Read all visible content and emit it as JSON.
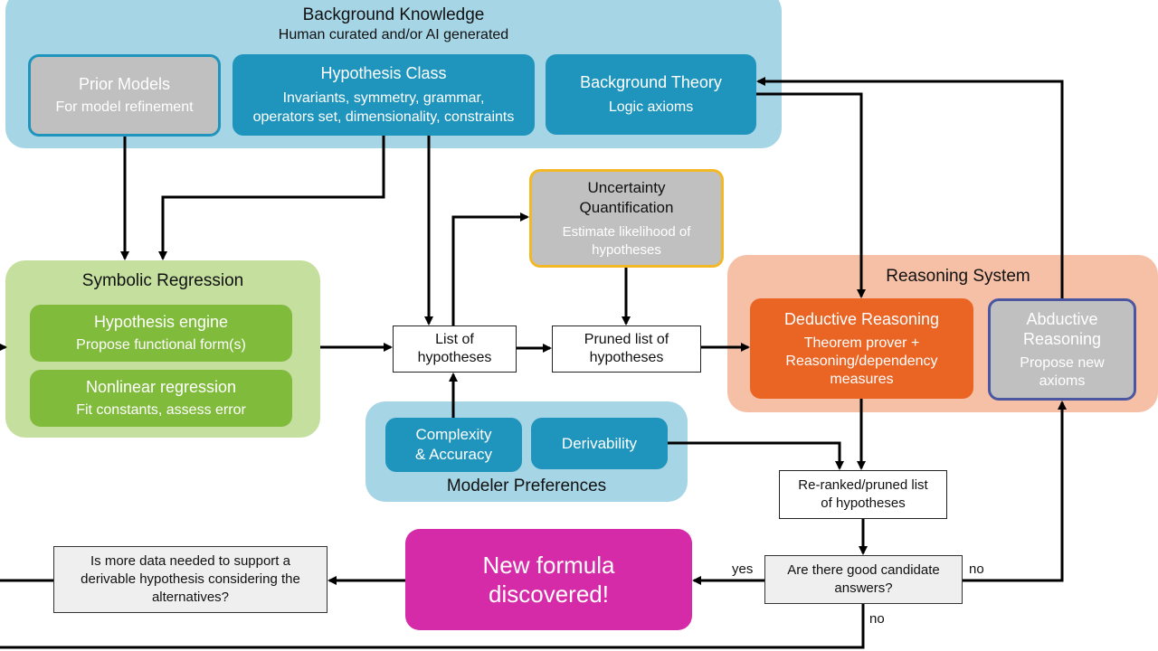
{
  "background_knowledge": {
    "title": "Background Knowledge",
    "subtitle": "Human curated and/or AI generated",
    "prior_models": {
      "title": "Prior Models",
      "subtitle": "For model refinement"
    },
    "hypothesis_class": {
      "title": "Hypothesis Class",
      "subtitle_line1": "Invariants, symmetry, grammar,",
      "subtitle_line2": "operators set, dimensionality, constraints"
    },
    "background_theory": {
      "title": "Background Theory",
      "subtitle": "Logic axioms"
    }
  },
  "symbolic_regression": {
    "title": "Symbolic Regression",
    "hypothesis_engine": {
      "title": "Hypothesis engine",
      "subtitle": "Propose functional form(s)"
    },
    "nonlinear_regression": {
      "title": "Nonlinear regression",
      "subtitle": "Fit constants, assess error"
    }
  },
  "uncertainty": {
    "title_line1": "Uncertainty",
    "title_line2": "Quantification",
    "subtitle_line1": "Estimate likelihood of",
    "subtitle_line2": "hypotheses"
  },
  "list_of_hypotheses": {
    "line1": "List of",
    "line2": "hypotheses"
  },
  "pruned_list": {
    "line1": "Pruned list of",
    "line2": "hypotheses"
  },
  "modeler_preferences": {
    "title": "Modeler Preferences",
    "complexity": {
      "line1": "Complexity",
      "line2": "& Accuracy"
    },
    "derivability": "Derivability"
  },
  "reasoning_system": {
    "title": "Reasoning System",
    "deductive": {
      "title": "Deductive Reasoning",
      "line1": "Theorem prover +",
      "line2": "Reasoning/dependency",
      "line3": "measures"
    },
    "abductive": {
      "title_line1": "Abductive",
      "title_line2": "Reasoning",
      "line1": "Propose new",
      "line2": "axioms"
    }
  },
  "reranked": {
    "line1": "Re-ranked/pruned list",
    "line2": "of hypotheses"
  },
  "good_candidates": {
    "line1": "Are there good candidate",
    "line2": "answers?"
  },
  "new_formula": {
    "line1": "New formula",
    "line2": "discovered!"
  },
  "more_data": {
    "line1": "Is more data needed to support a",
    "line2": "derivable hypothesis considering the",
    "line3": "alternatives?"
  },
  "edge_labels": {
    "yes": "yes",
    "no_right": "no",
    "no_bottom": "no"
  },
  "colors": {
    "blue_group": "#a6d5e6",
    "blue_box": "#1f95bd",
    "green_group": "#c5df9f",
    "green_box": "#80bb3c",
    "orange_group": "#f6c0a6",
    "orange_box": "#ea6424",
    "magenta": "#d62ba8",
    "yellow_border": "#f2b826",
    "purple_border": "#4a57a0",
    "gray_box": "#c0c0c0"
  }
}
